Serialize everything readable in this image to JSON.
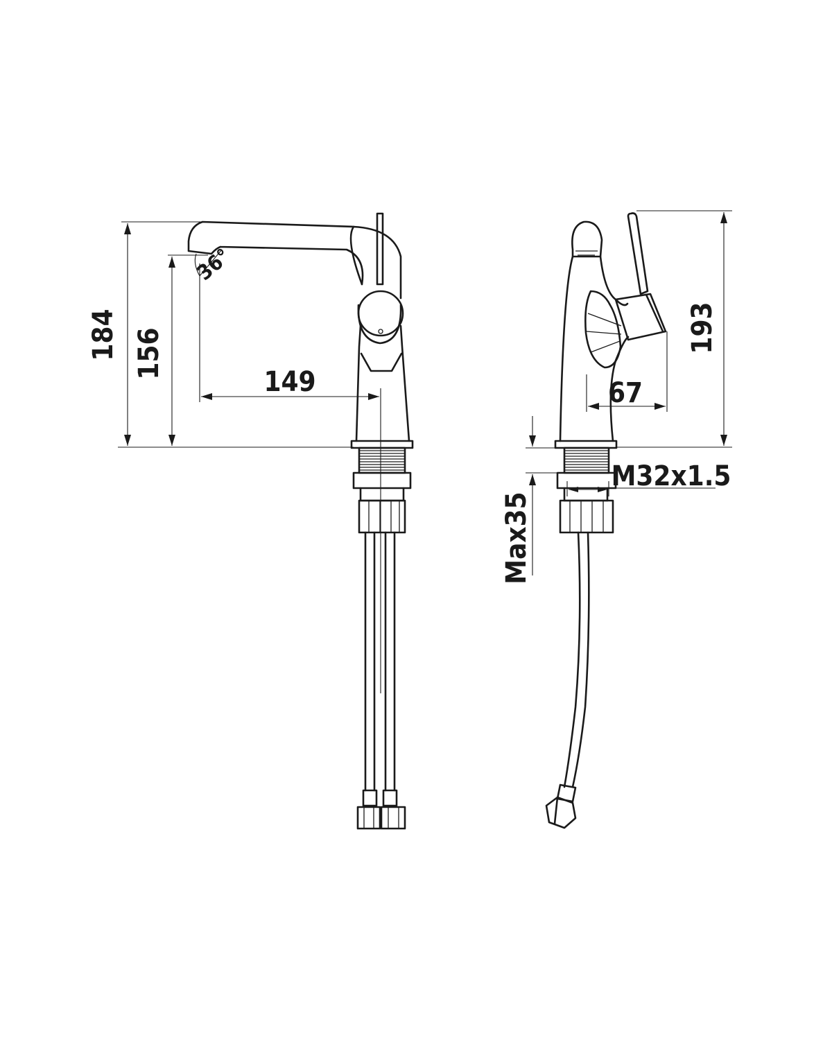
{
  "dimensions": {
    "height_overall": "184",
    "height_spout": "156",
    "reach": "149",
    "angle": "36°",
    "height_side": "193",
    "handle_reach": "67",
    "thread": "M32x1.5",
    "max_thickness": "Max35"
  },
  "colors": {
    "line": "#1a1a1a",
    "background": "#ffffff"
  }
}
